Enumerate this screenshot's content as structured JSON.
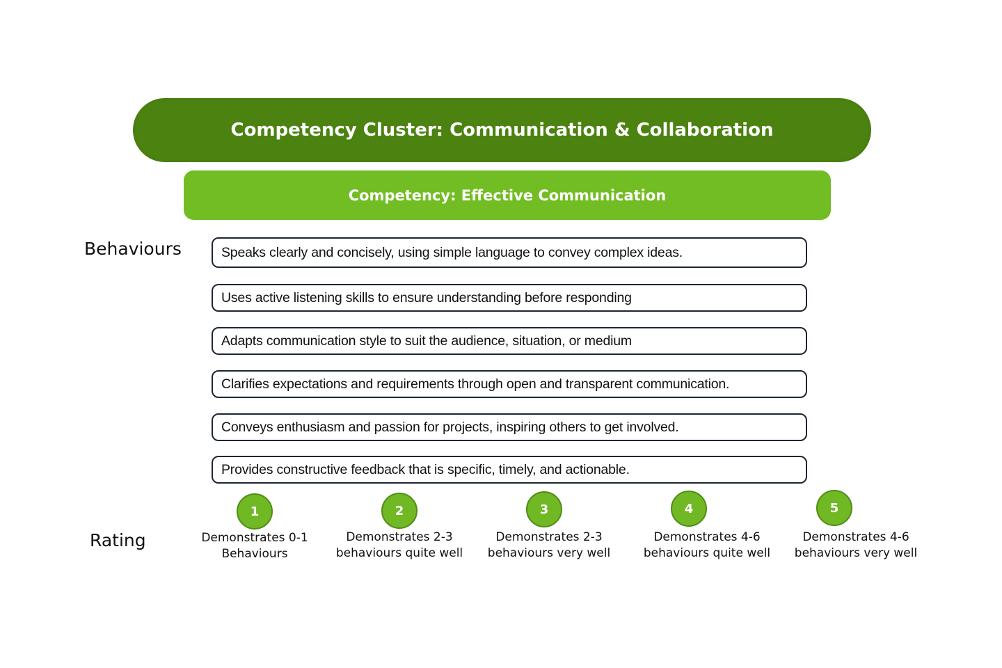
{
  "cluster": {
    "label": "Competency Cluster: Communication & Collaboration"
  },
  "competency": {
    "label": "Competency: Effective Communication"
  },
  "behaviours": {
    "heading": "Behaviours",
    "items": [
      "Speaks clearly and concisely, using simple language to convey complex ideas.",
      "Uses active listening skills to ensure understanding before responding",
      "Adapts communication style to suit the audience, situation, or medium",
      "Clarifies expectations and requirements through open and transparent communication.",
      "Conveys enthusiasm and passion for projects, inspiring others to get involved.",
      "Provides constructive feedback that is specific, timely, and actionable."
    ]
  },
  "rating": {
    "heading": "Rating",
    "levels": [
      {
        "number": "1",
        "line1": "Demonstrates 0-1",
        "line2": "Behaviours"
      },
      {
        "number": "2",
        "line1": "Demonstrates 2-3",
        "line2": "behaviours quite well"
      },
      {
        "number": "3",
        "line1": "Demonstrates 2-3",
        "line2": "behaviours very well"
      },
      {
        "number": "4",
        "line1": "Demonstrates 4-6",
        "line2": "behaviours quite well"
      },
      {
        "number": "5",
        "line1": "Demonstrates 4-6",
        "line2": "behaviours very well"
      }
    ]
  },
  "colors": {
    "cluster": "#4b8210",
    "competency": "#73bd24",
    "rating_circle": "#70b824",
    "box_border": "#1c2633"
  }
}
